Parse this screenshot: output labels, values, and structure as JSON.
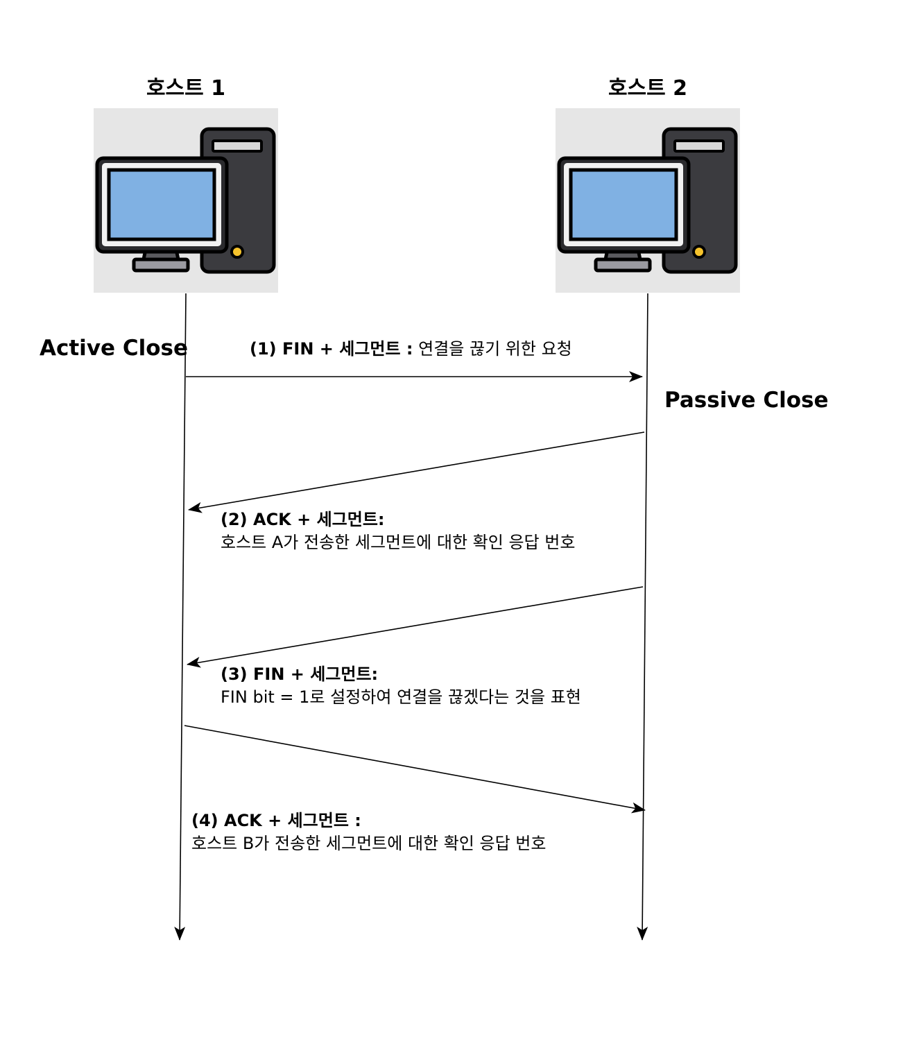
{
  "hosts": [
    {
      "title": "호스트 1"
    },
    {
      "title": "호스트 2"
    }
  ],
  "roles": {
    "active": "Active Close",
    "passive": "Passive Close"
  },
  "messages": [
    {
      "title": "(1) FIN + 세그먼트 :",
      "desc": "연결을 끊기 위한 요청"
    },
    {
      "title": "(2) ACK + 세그먼트:",
      "desc": "호스트 A가 전송한 세그먼트에 대한 확인 응답 번호"
    },
    {
      "title": "(3) FIN + 세그먼트:",
      "desc": "FIN bit = 1로 설정하여 연결을 끊겠다는 것을 표현"
    },
    {
      "title": "(4) ACK + 세그먼트 :",
      "desc": "호스트 B가 전송한 세그먼트에 대한 확인 응답 번호"
    }
  ],
  "colors": {
    "host_bg": "#e6e6e6",
    "screen": "#80b1e3",
    "tower": "#3b3b3f",
    "led": "#f6c32c",
    "line": "#000000"
  }
}
